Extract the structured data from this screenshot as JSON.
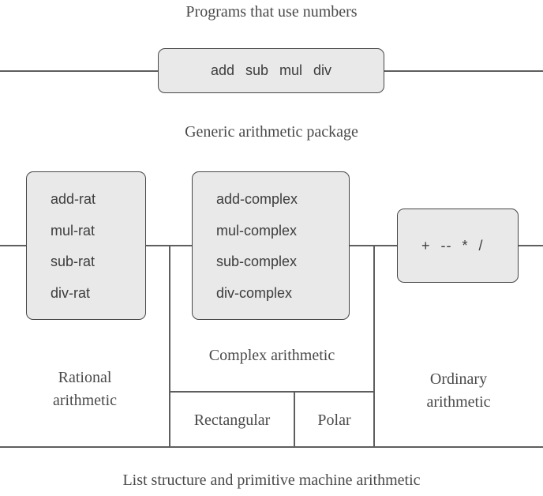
{
  "titles": {
    "top": "Programs that use numbers",
    "generic_package": "Generic arithmetic package",
    "bottom": "List structure and primitive machine arithmetic"
  },
  "boxes": {
    "generic_ops": {
      "label": "add sub mul div"
    },
    "rational_ops": {
      "items": [
        "add-rat",
        "mul-rat",
        "sub-rat",
        "div-rat"
      ]
    },
    "complex_ops": {
      "items": [
        "add-complex",
        "mul-complex",
        "sub-complex",
        "div-complex"
      ]
    },
    "primitive_ops": {
      "label": "+ -- * /"
    }
  },
  "regions": {
    "rational": {
      "line1": "Rational",
      "line2": "arithmetic"
    },
    "complex": {
      "label": "Complex arithmetic"
    },
    "rectangular": {
      "label": "Rectangular"
    },
    "polar": {
      "label": "Polar"
    },
    "ordinary": {
      "line1": "Ordinary",
      "line2": "arithmetic"
    }
  },
  "colors": {
    "background": "#ffffff",
    "box_fill": "#e9e9e9",
    "box_border": "#474747",
    "wire": "#5e5e5e",
    "serif_text": "#4a4a4a",
    "sans_text": "#3d3d3d"
  }
}
